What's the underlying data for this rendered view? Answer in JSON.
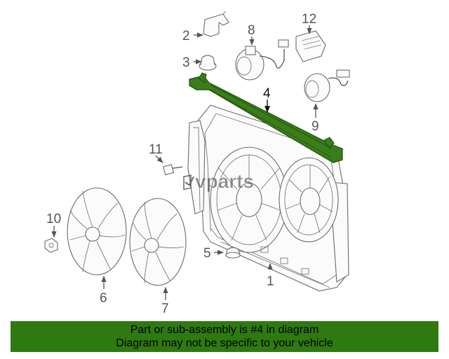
{
  "diagram": {
    "highlight_color": "#3a7d1a",
    "watermark": "vparts",
    "callouts": [
      {
        "id": "1",
        "label": "1"
      },
      {
        "id": "2",
        "label": "2"
      },
      {
        "id": "3",
        "label": "3"
      },
      {
        "id": "4",
        "label": "4",
        "highlighted": true
      },
      {
        "id": "5",
        "label": "5"
      },
      {
        "id": "6",
        "label": "6"
      },
      {
        "id": "7",
        "label": "7"
      },
      {
        "id": "8",
        "label": "8"
      },
      {
        "id": "9",
        "label": "9"
      },
      {
        "id": "10",
        "label": "10"
      },
      {
        "id": "11",
        "label": "11"
      },
      {
        "id": "12",
        "label": "12"
      }
    ]
  },
  "footer": {
    "line1": "Part or sub-assembly is #4 in diagram",
    "line2": "Diagram may not be specific to your vehicle",
    "background": "#2e7a10"
  }
}
